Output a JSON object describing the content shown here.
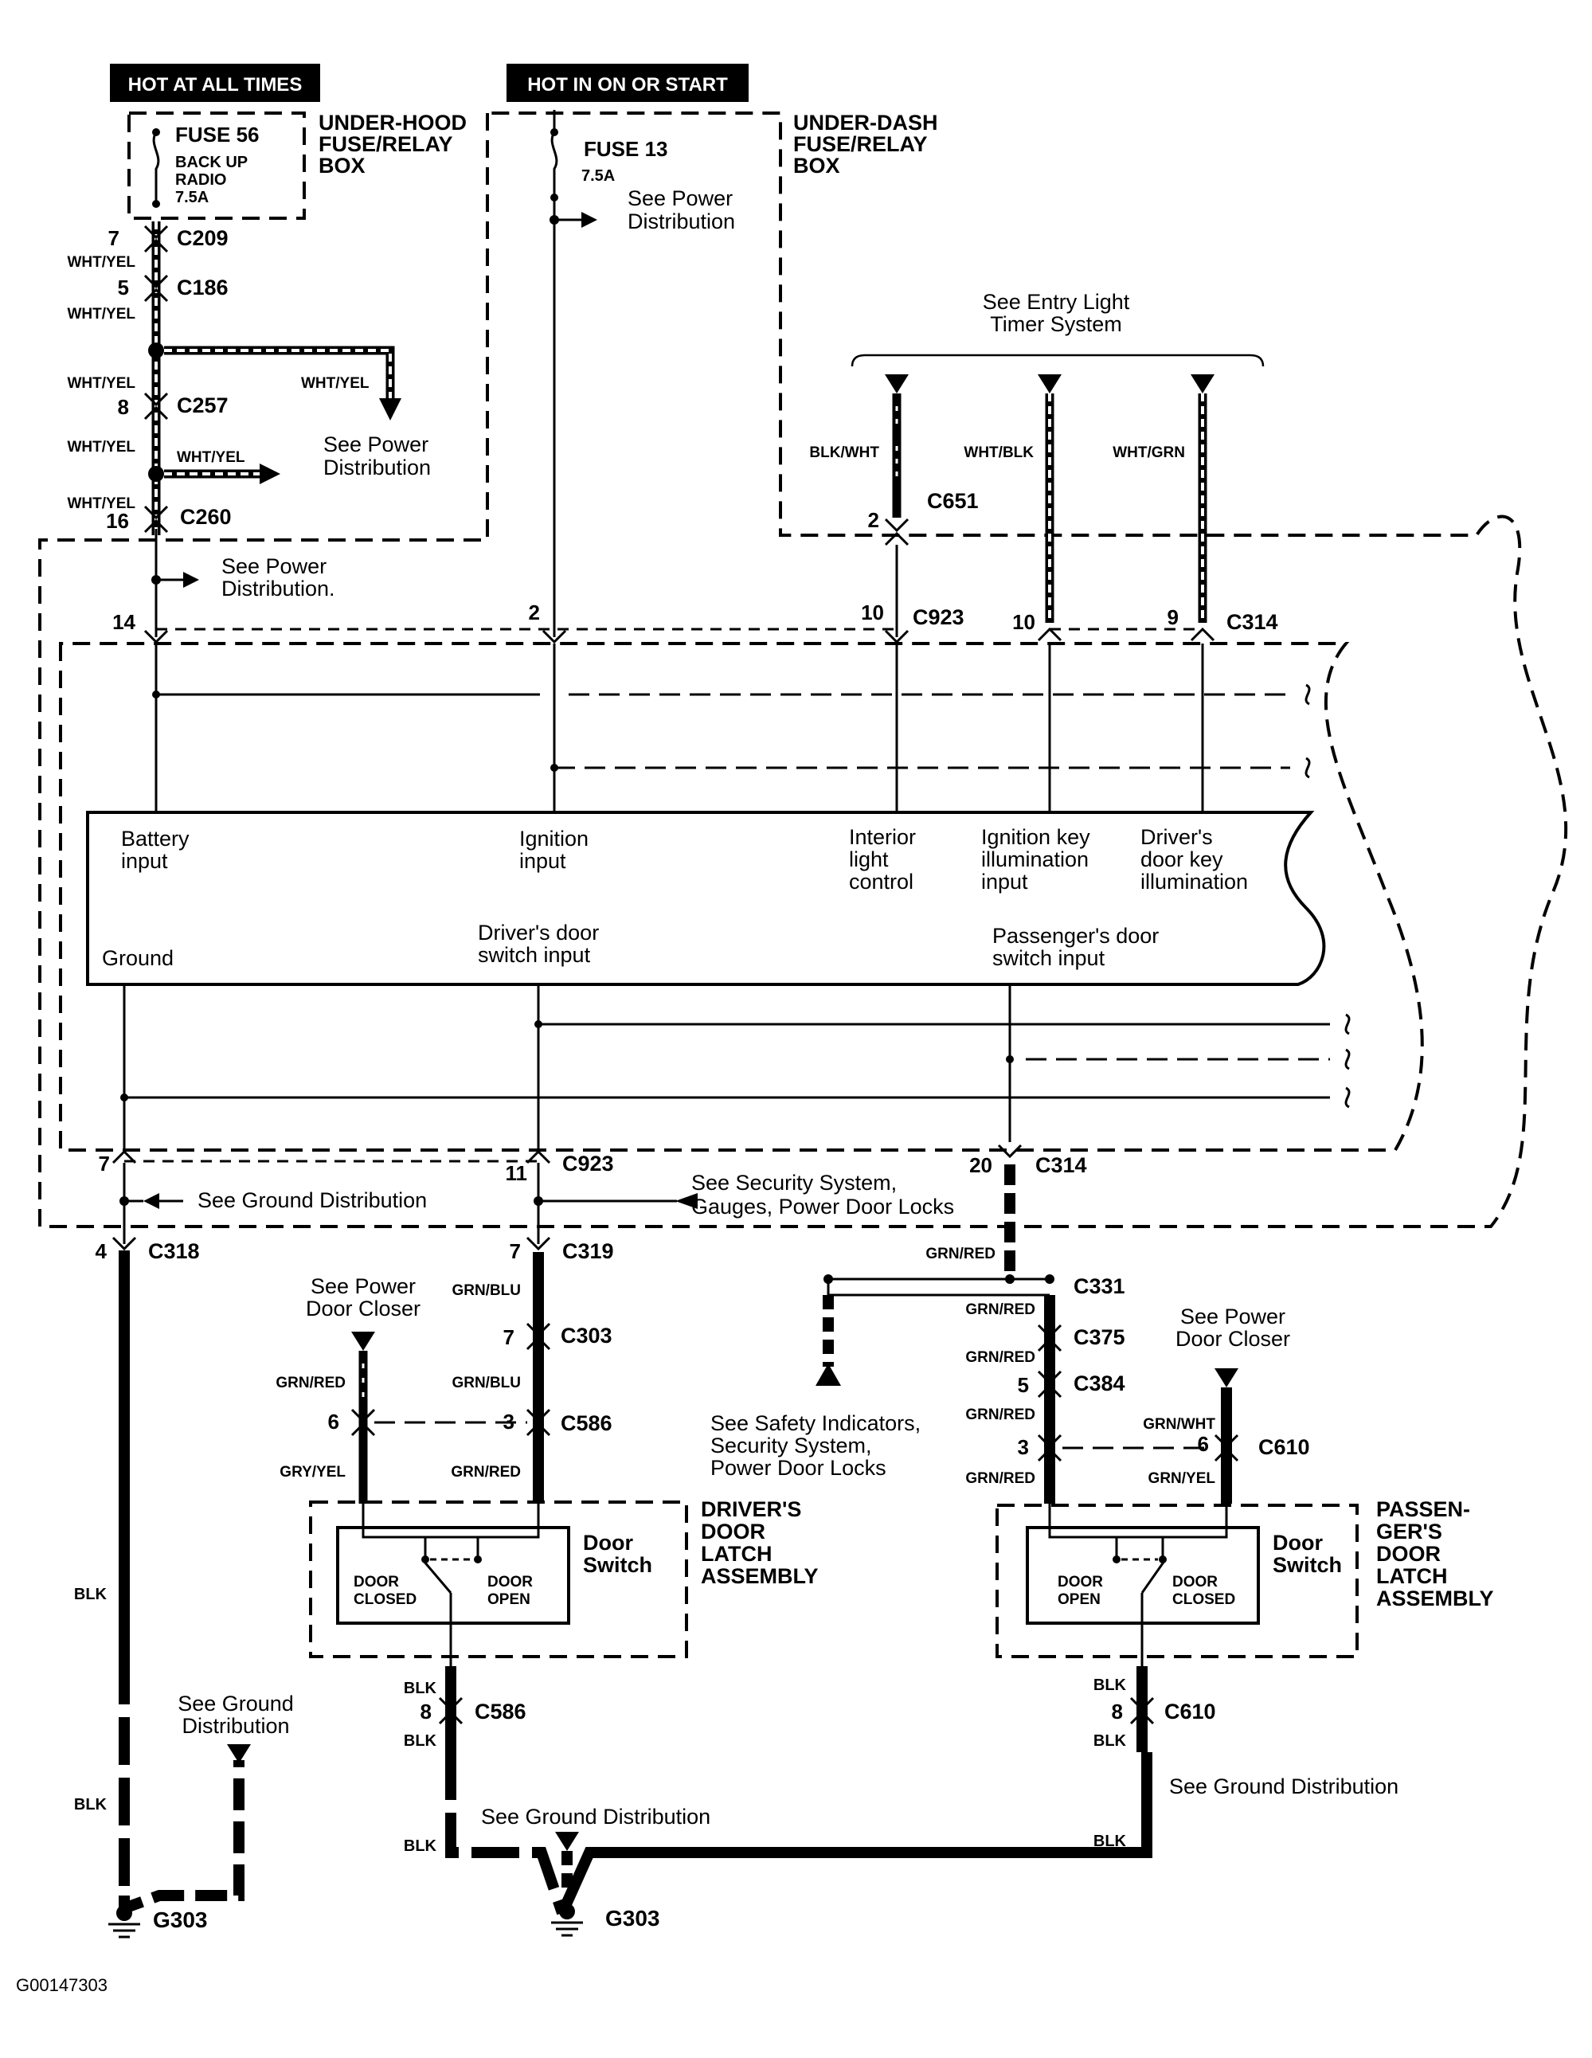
{
  "power": {
    "hot_all_times": "HOT AT ALL TIMES",
    "hot_on_start": "HOT IN ON OR START"
  },
  "underhood_box": {
    "title": [
      "UNDER-HOOD",
      "FUSE/RELAY",
      "BOX"
    ],
    "fuse": "FUSE 56",
    "fuse_desc": [
      "BACK UP",
      "RADIO",
      "7.5A"
    ]
  },
  "underdash_box": {
    "title": [
      "UNDER-DASH",
      "FUSE/RELAY",
      "BOX"
    ],
    "fuse": "FUSE 13",
    "rating": "7.5A"
  },
  "references": {
    "power_dist": [
      "See Power",
      "Distribution"
    ],
    "power_dist_dot": [
      "See Power",
      "Distribution."
    ],
    "entry_light": [
      "See Entry Light",
      "Timer System"
    ],
    "ground_dist": "See Ground Distribution",
    "ground_dist_2": [
      "See Ground",
      "Distribution"
    ],
    "security": [
      "See Security System,",
      "Gauges, Power Door Locks"
    ],
    "power_door_closer": [
      "See Power",
      "Door Closer"
    ],
    "safety": [
      "See Safety Indicators,",
      "Security System,",
      "Power Door Locks"
    ]
  },
  "wires": {
    "wht_yel": "WHT/YEL",
    "blk_wht": "BLK/WHT",
    "wht_blk": "WHT/BLK",
    "wht_grn": "WHT/GRN",
    "grn_red": "GRN/RED",
    "grn_blu": "GRN/BLU",
    "gry_yel": "GRY/YEL",
    "grn_wht": "GRN/WHT",
    "grn_yel": "GRN/YEL",
    "blk": "BLK"
  },
  "connectors": {
    "c209": "C209",
    "c186": "C186",
    "c257": "C257",
    "c260": "C260",
    "c651": "C651",
    "c923": "C923",
    "c314": "C314",
    "c318": "C318",
    "c319": "C319",
    "c303": "C303",
    "c586": "C586",
    "c331": "C331",
    "c375": "C375",
    "c384": "C384",
    "c610": "C610",
    "g303": "G303"
  },
  "pins": {
    "p7": "7",
    "p5": "5",
    "p8": "8",
    "p16": "16",
    "p14": "14",
    "p2": "2",
    "p10": "10",
    "p9": "9",
    "p11": "11",
    "p20": "20",
    "p4": "4",
    "p3": "3",
    "p6": "6"
  },
  "module_inputs": {
    "battery": [
      "Battery",
      "input"
    ],
    "ignition": [
      "Ignition",
      "input"
    ],
    "interior": [
      "Interior",
      "light",
      "control"
    ],
    "ign_key": [
      "Ignition key",
      "illumination",
      "input"
    ],
    "driver_key": [
      "Driver's",
      "door key",
      "illumination"
    ],
    "ground": "Ground",
    "driver_switch": [
      "Driver's door",
      "switch input"
    ],
    "pass_switch": [
      "Passenger's door",
      "switch input"
    ]
  },
  "driver_latch": {
    "title": [
      "DRIVER'S",
      "DOOR",
      "LATCH",
      "ASSEMBLY"
    ],
    "switch": [
      "Door",
      "Switch"
    ],
    "closed": [
      "DOOR",
      "CLOSED"
    ],
    "open": [
      "DOOR",
      "OPEN"
    ]
  },
  "pass_latch": {
    "title": [
      "PASSEN-",
      "GER'S",
      "DOOR",
      "LATCH",
      "ASSEMBLY"
    ],
    "switch": [
      "Door",
      "Switch"
    ],
    "open": [
      "DOOR",
      "OPEN"
    ],
    "closed": [
      "DOOR",
      "CLOSED"
    ]
  },
  "figure_id": "G00147303"
}
